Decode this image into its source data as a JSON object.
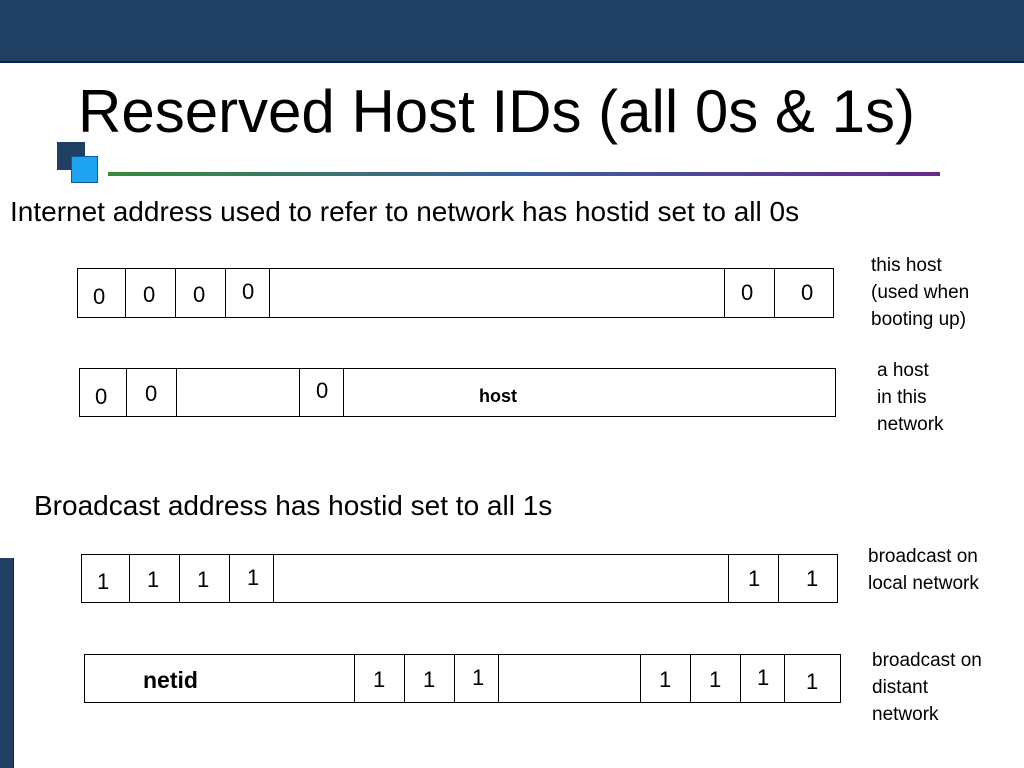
{
  "slide": {
    "title": "Reserved Host IDs (all 0s & 1s)",
    "colors": {
      "band": "#1f3f63",
      "accent_square": "#1ea3f2"
    }
  },
  "section1": {
    "heading": "Internet address used to refer to network has hostid set to all 0s",
    "diagram1": {
      "digits": [
        "0",
        "0",
        "0",
        "0",
        "0",
        "0"
      ],
      "note": "this host\n(used when\nbooting up)"
    },
    "diagram2": {
      "digits": [
        "0",
        "0",
        "0"
      ],
      "host_label": "host",
      "note": "a host\nin this\nnetwork"
    }
  },
  "section2": {
    "heading": "Broadcast address has hostid set to all 1s",
    "diagram3": {
      "digits": [
        "1",
        "1",
        "1",
        "1",
        "1",
        "1"
      ],
      "note": "broadcast on\nlocal network"
    },
    "diagram4": {
      "netid_label": "netid",
      "digits": [
        "1",
        "1",
        "1",
        "1",
        "1",
        "1",
        "1"
      ],
      "note": "broadcast on\ndistant\nnetwork"
    }
  }
}
